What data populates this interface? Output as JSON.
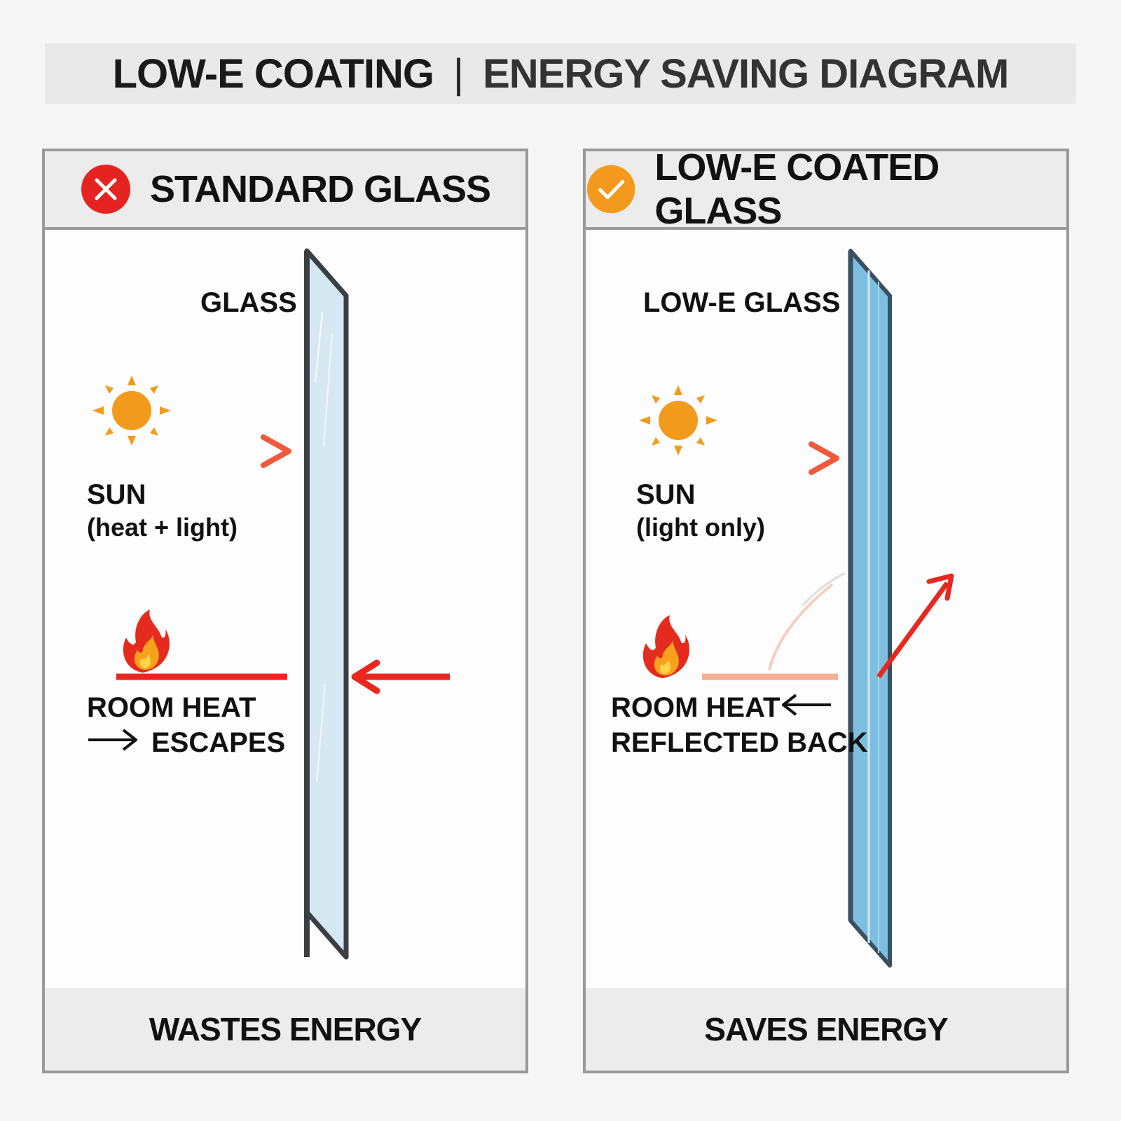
{
  "header": {
    "left": "LOW-E COATING",
    "separator": "|",
    "right": "ENERGY SAVING DIAGRAM"
  },
  "left_panel": {
    "title": "STANDARD GLASS",
    "status_icon": "x-circle-icon",
    "status_color": "#e52421",
    "glass_label": "GLASS",
    "sun_label": "SUN",
    "sun_sub": "(heat + light)",
    "heat_line1": "ROOM HEAT",
    "heat_line2": "ESCAPES",
    "footer": "WASTES ENERGY"
  },
  "right_panel": {
    "title": "LOW-E COATED GLASS",
    "status_icon": "check-circle-icon",
    "status_color": "#f39a1e",
    "glass_label": "LOW-E GLASS",
    "sun_label": "SUN",
    "sun_sub": "(light only)",
    "heat_line1": "ROOM HEAT",
    "heat_line2": "REFLECTED BACK",
    "footer": "SAVES ENERGY"
  },
  "colors": {
    "arrow_red": "#e8281e",
    "sun_orange": "#f29a1b",
    "glass_plain": "#d6e8f2",
    "glass_lowe": "#7cbfe0",
    "frame_dark": "#3a3f44"
  }
}
